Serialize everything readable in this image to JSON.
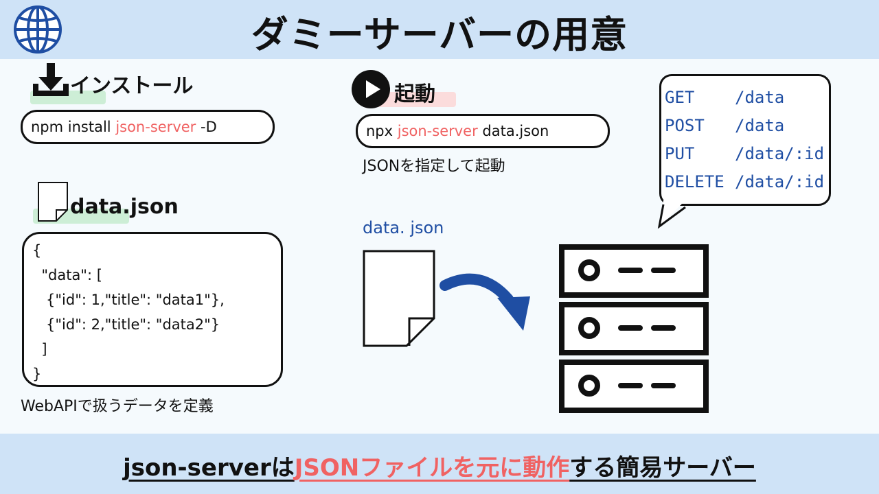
{
  "title": "ダミーサーバーの用意",
  "install": {
    "label": "インストール",
    "cmd_prefix": "npm install ",
    "cmd_highlight": "json-server",
    "cmd_suffix": " -D"
  },
  "datafile": {
    "label": "data.json",
    "code_lines": [
      "{",
      "  \"data\": [",
      "   {\"id\": 1,\"title\": \"data1\"},",
      "   {\"id\": 2,\"title\": \"data2\"}",
      "  ]",
      "}"
    ],
    "caption": "WebAPIで扱うデータを定義"
  },
  "start": {
    "label": "起動",
    "cmd_prefix": "npx ",
    "cmd_highlight": "json-server",
    "cmd_suffix": " data.json",
    "caption": "JSONを指定して起動"
  },
  "diagram": {
    "file_label": "data. json"
  },
  "routes": [
    {
      "method": "GET",
      "path": "/data"
    },
    {
      "method": "POST",
      "path": "/data"
    },
    {
      "method": "PUT",
      "path": "/data/:id"
    },
    {
      "method": "DELETE",
      "path": "/data/:id"
    }
  ],
  "footer": {
    "part1": "json-serverは",
    "part2": "JSONファイルを元に動作",
    "part3": "する簡易サーバー"
  },
  "colors": {
    "accent_red": "#f06262",
    "accent_blue": "#1f4ea3",
    "band_blue": "#cfe3f7"
  }
}
